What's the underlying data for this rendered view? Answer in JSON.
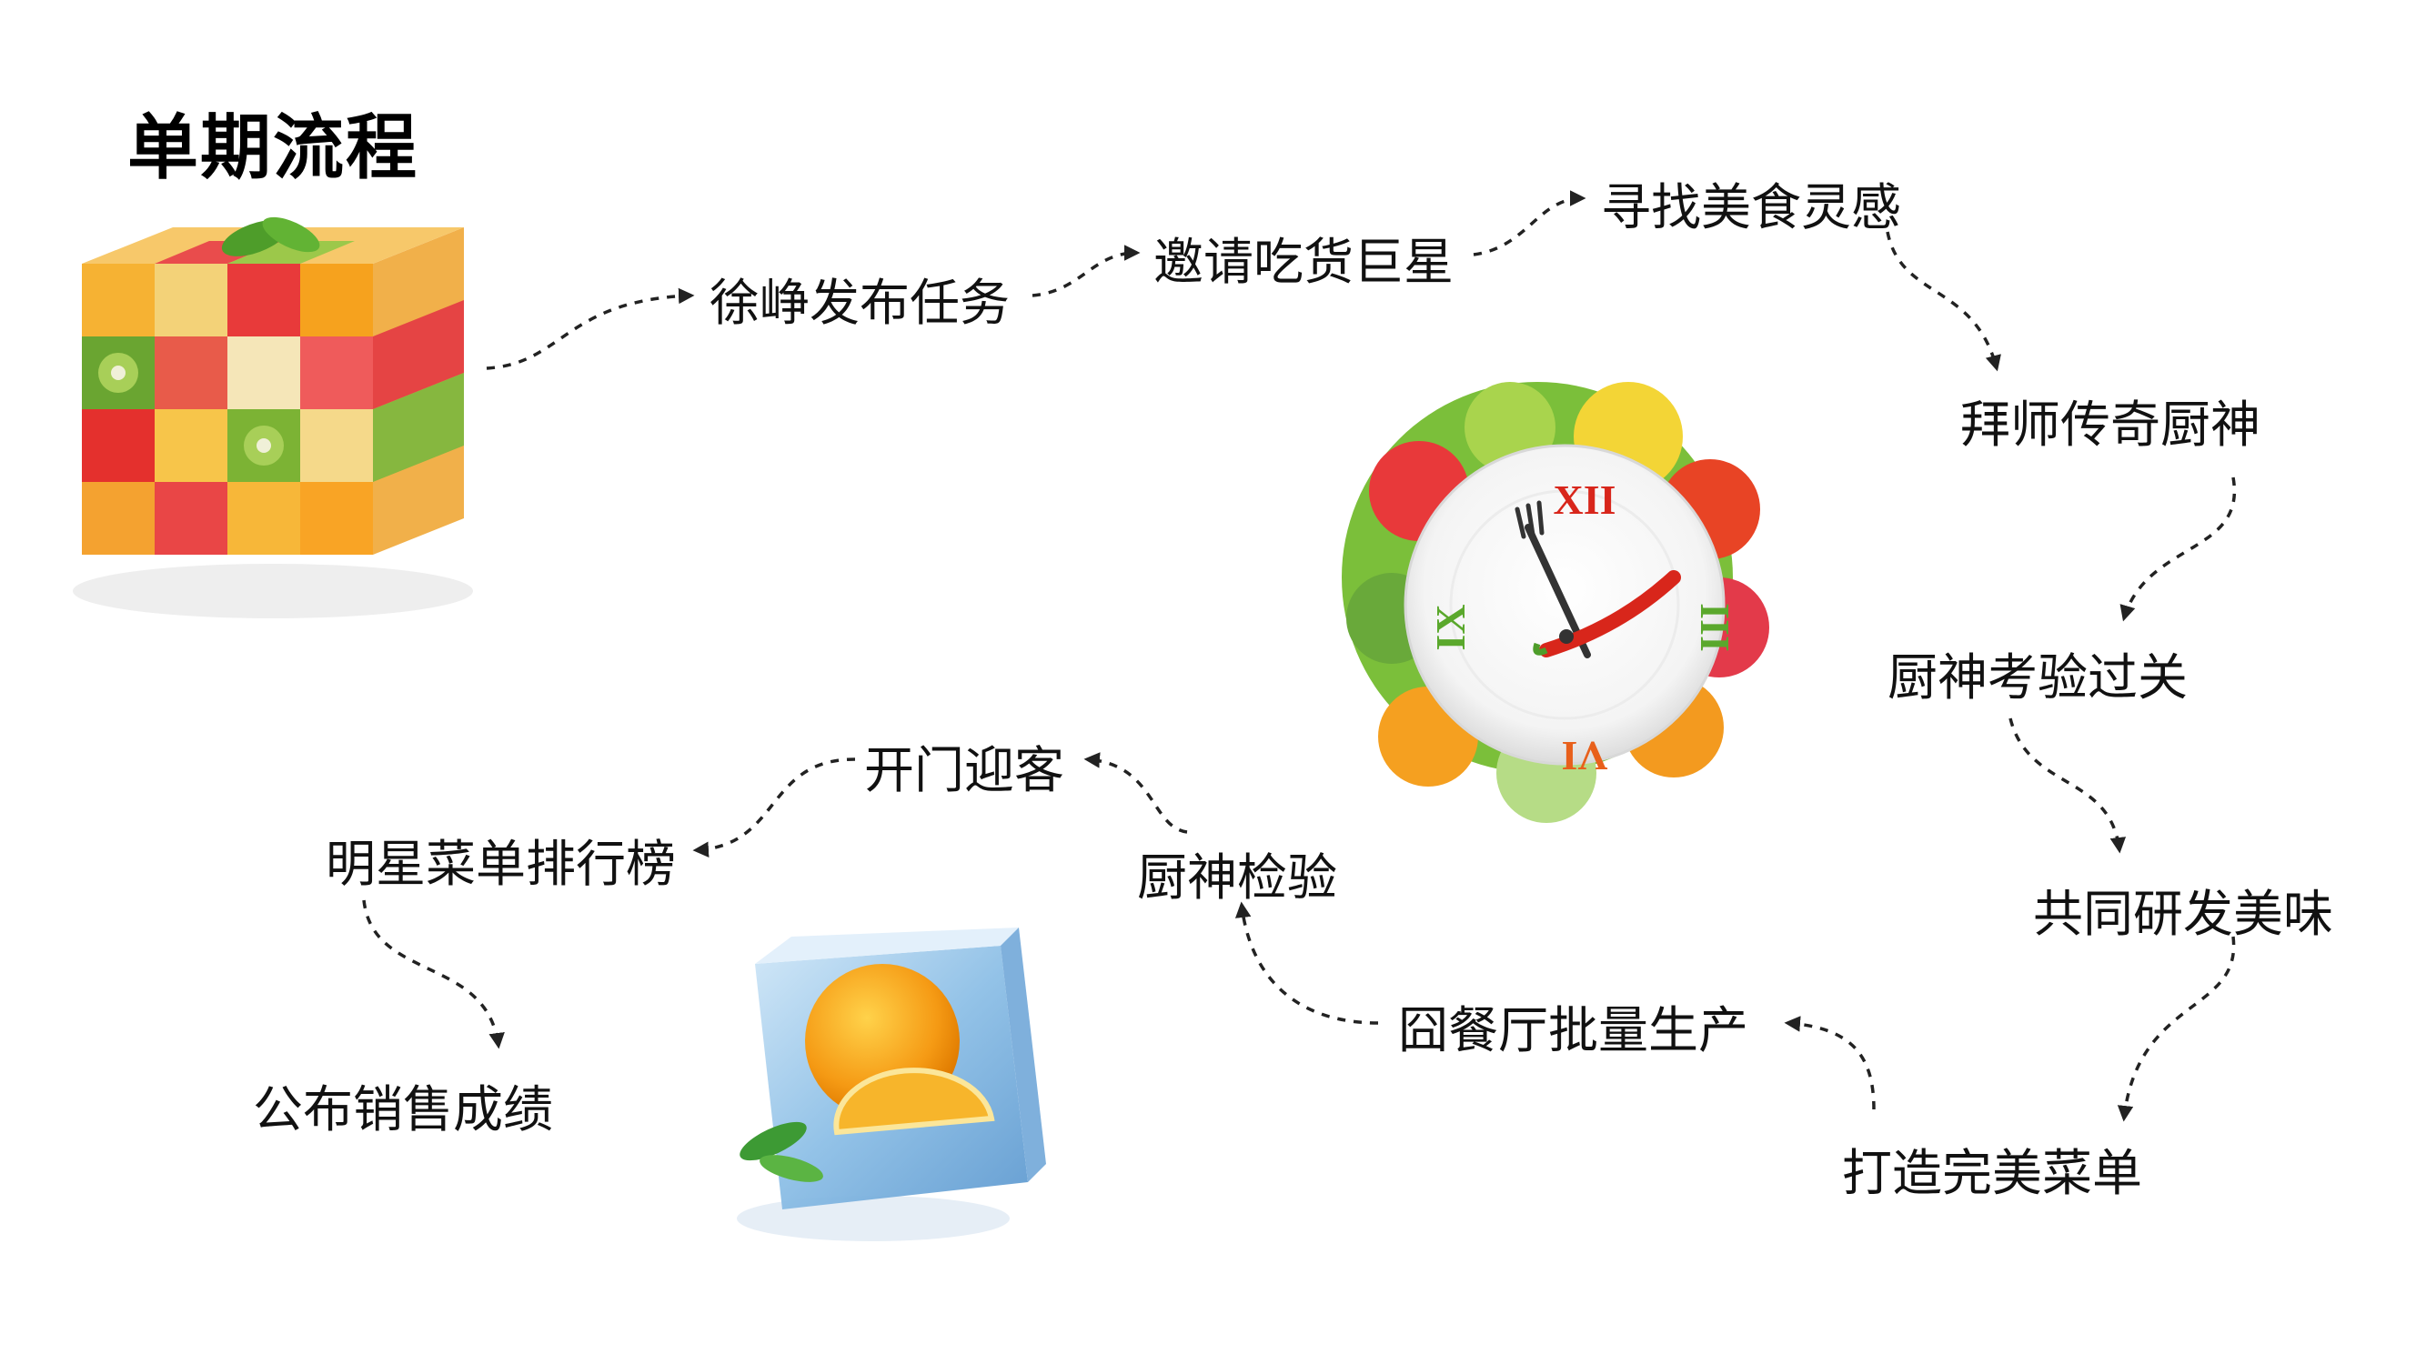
{
  "title": "单期流程",
  "steps": [
    {
      "id": "s1",
      "label": "徐峥发布任务"
    },
    {
      "id": "s2",
      "label": "邀请吃货巨星"
    },
    {
      "id": "s3",
      "label": "寻找美食灵感"
    },
    {
      "id": "s4",
      "label": "拜师传奇厨神"
    },
    {
      "id": "s5",
      "label": "厨神考验过关"
    },
    {
      "id": "s6",
      "label": "共同研发美味"
    },
    {
      "id": "s7",
      "label": "打造完美菜单"
    },
    {
      "id": "s8",
      "label": "囧餐厅批量生产"
    },
    {
      "id": "s9",
      "label": "厨神检验"
    },
    {
      "id": "s10",
      "label": "开门迎客"
    },
    {
      "id": "s11",
      "label": "明星菜单排行榜"
    },
    {
      "id": "s12",
      "label": "公布销售成绩"
    }
  ],
  "clock_numerals": {
    "top": "XII",
    "right": "III",
    "bottom": "VI",
    "left": "IX"
  },
  "colors": {
    "text": "#111111",
    "arrow": "#222222",
    "numeral_red": "#d8261b",
    "numeral_green": "#5aa82c"
  }
}
